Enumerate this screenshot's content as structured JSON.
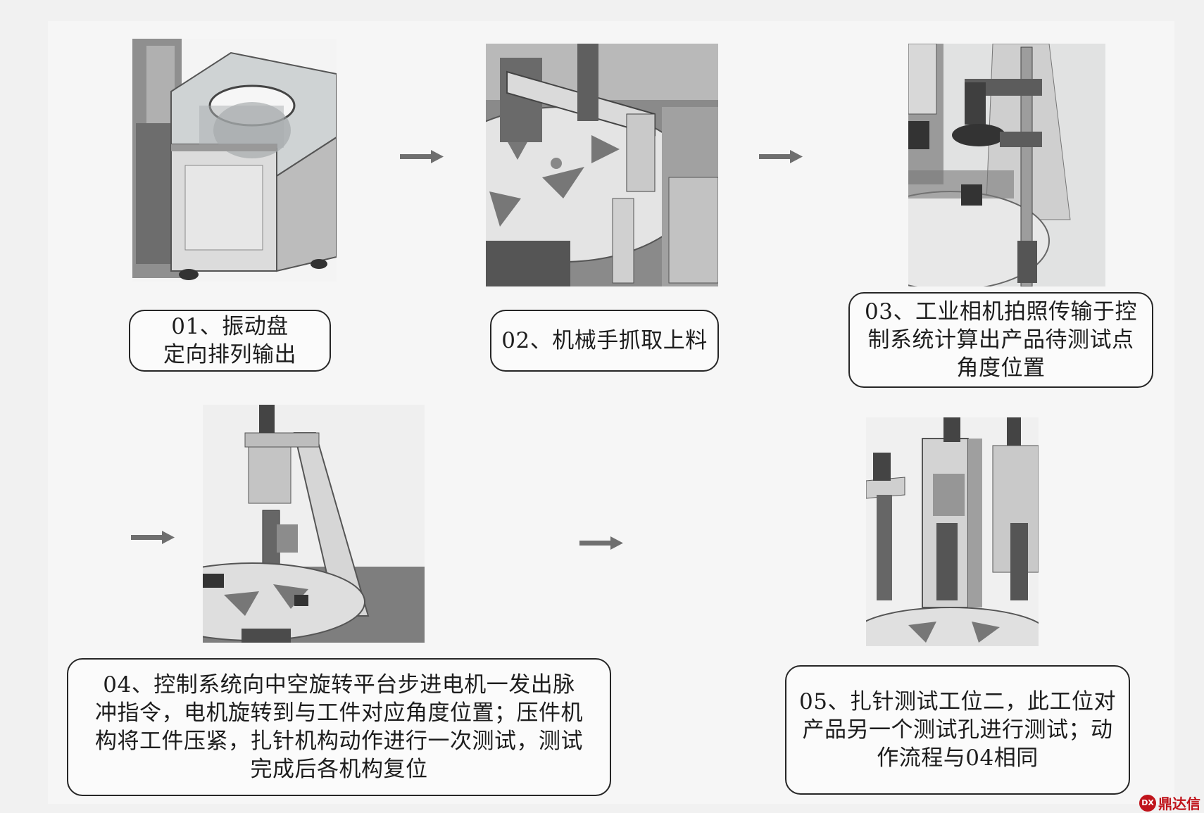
{
  "steps": [
    {
      "lines": [
        "01、振动盘",
        "定向排列输出"
      ]
    },
    {
      "lines": [
        "02、机械手抓取上料"
      ]
    },
    {
      "lines": [
        "03、工业相机拍照传输于控",
        "制系统计算出产品待测试点",
        "角度位置"
      ]
    },
    {
      "lines": [
        "04、控制系统向中空旋转平台步进电机一发出脉",
        "冲指令，电机旋转到与工件对应角度位置；压件机",
        "构将工件压紧，扎针机构动作进行一次测试，测试",
        "完成后各机构复位"
      ]
    },
    {
      "lines": [
        "05、扎针测试工位二，此工位对",
        "产品另一个测试孔进行测试；动",
        "作流程与04相同"
      ]
    }
  ],
  "watermark": {
    "text": "鼎达信",
    "mark": "DX"
  },
  "colors": {
    "arrow": "#6f6f6f",
    "border": "#262626"
  }
}
